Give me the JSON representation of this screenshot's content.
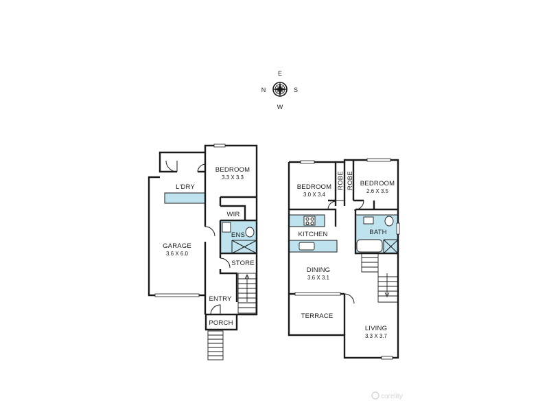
{
  "compass": {
    "east": "E",
    "north": "N",
    "south": "S",
    "west": "W"
  },
  "ground_floor": {
    "bedroom": {
      "name": "BEDROOM",
      "size": "3.3 X 3.3"
    },
    "laundry": {
      "name": "L'DRY"
    },
    "garage": {
      "name": "GARAGE",
      "size": "3.6 X 6.0"
    },
    "wir": {
      "name": "WIR"
    },
    "ensuite": {
      "name": "ENS"
    },
    "store": {
      "name": "STORE"
    },
    "entry": {
      "name": "ENTRY"
    },
    "porch": {
      "name": "PORCH"
    }
  },
  "upper_floor": {
    "bedroom_1": {
      "name": "BEDROOM",
      "size": "3.0 X 3.4"
    },
    "robe_1": {
      "name": "ROBE"
    },
    "robe_2": {
      "name": "ROBE"
    },
    "bedroom_2": {
      "name": "BEDROOM",
      "size": "2.6 X 3.5"
    },
    "kitchen": {
      "name": "KITCHEN"
    },
    "bath": {
      "name": "BATH"
    },
    "dining": {
      "name": "DINING",
      "size": "3.6 X 3.1"
    },
    "terrace": {
      "name": "TERRACE"
    },
    "living": {
      "name": "LIVING",
      "size": "3.3 X 3.7"
    }
  },
  "watermark": "corelity"
}
